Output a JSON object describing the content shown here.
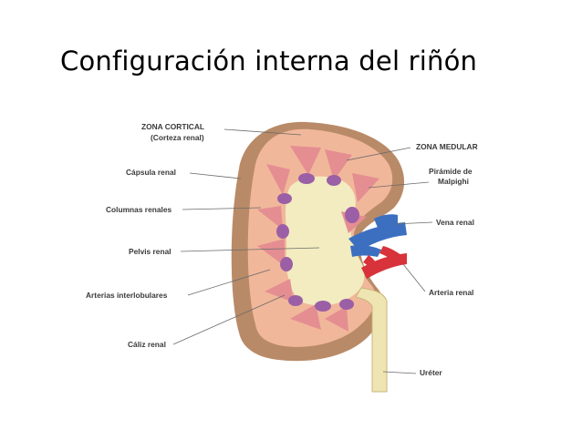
{
  "slide": {
    "title": "Configuración interna del riñón"
  },
  "diagram": {
    "labels": {
      "zona_cortical": "ZONA CORTICAL",
      "corteza_renal": "(Corteza renal)",
      "capsula_renal": "Cápsula renal",
      "columnas_renales": "Columnas renales",
      "pelvis_renal": "Pelvis renal",
      "arterias_interlobulares": "Arterias interlobulares",
      "caliz_renal": "Cáliz renal",
      "zona_medular": "ZONA MEDULAR",
      "piramide_de": "Pirámide de",
      "malpighi": "Malpighi",
      "vena_renal": "Vena renal",
      "arteria_renal": "Arteria renal",
      "ureter": "Uréter"
    },
    "colors": {
      "cortex": "#f1b79a",
      "capsule": "#b98a67",
      "pyramid": "#e48e92",
      "pelvis": "#f2ecc0",
      "calyx": "#9b5fa6",
      "vein": "#3d6fc0",
      "artery": "#d8333a",
      "ureter": "#efe5b2"
    }
  }
}
